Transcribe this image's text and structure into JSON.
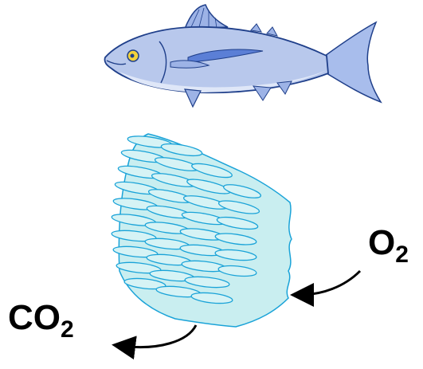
{
  "labels": {
    "oxygen": {
      "symbol": "O",
      "subscript": "2"
    },
    "carbon_dioxide": {
      "symbol": "CO",
      "subscript": "2"
    }
  },
  "icons": [
    "fish-illustration",
    "gill-filaments-illustration",
    "oxygen-in-arrow",
    "co2-out-arrow"
  ],
  "colors": {
    "fish_body": "#b8c8ec",
    "fish_outline": "#1f3f8a",
    "fish_stripe": "#5b7fd6",
    "fish_eye": "#f2d23c",
    "gill_fill": "#c9eef0",
    "gill_outline": "#1aa3d8",
    "arrow": "#000000"
  }
}
